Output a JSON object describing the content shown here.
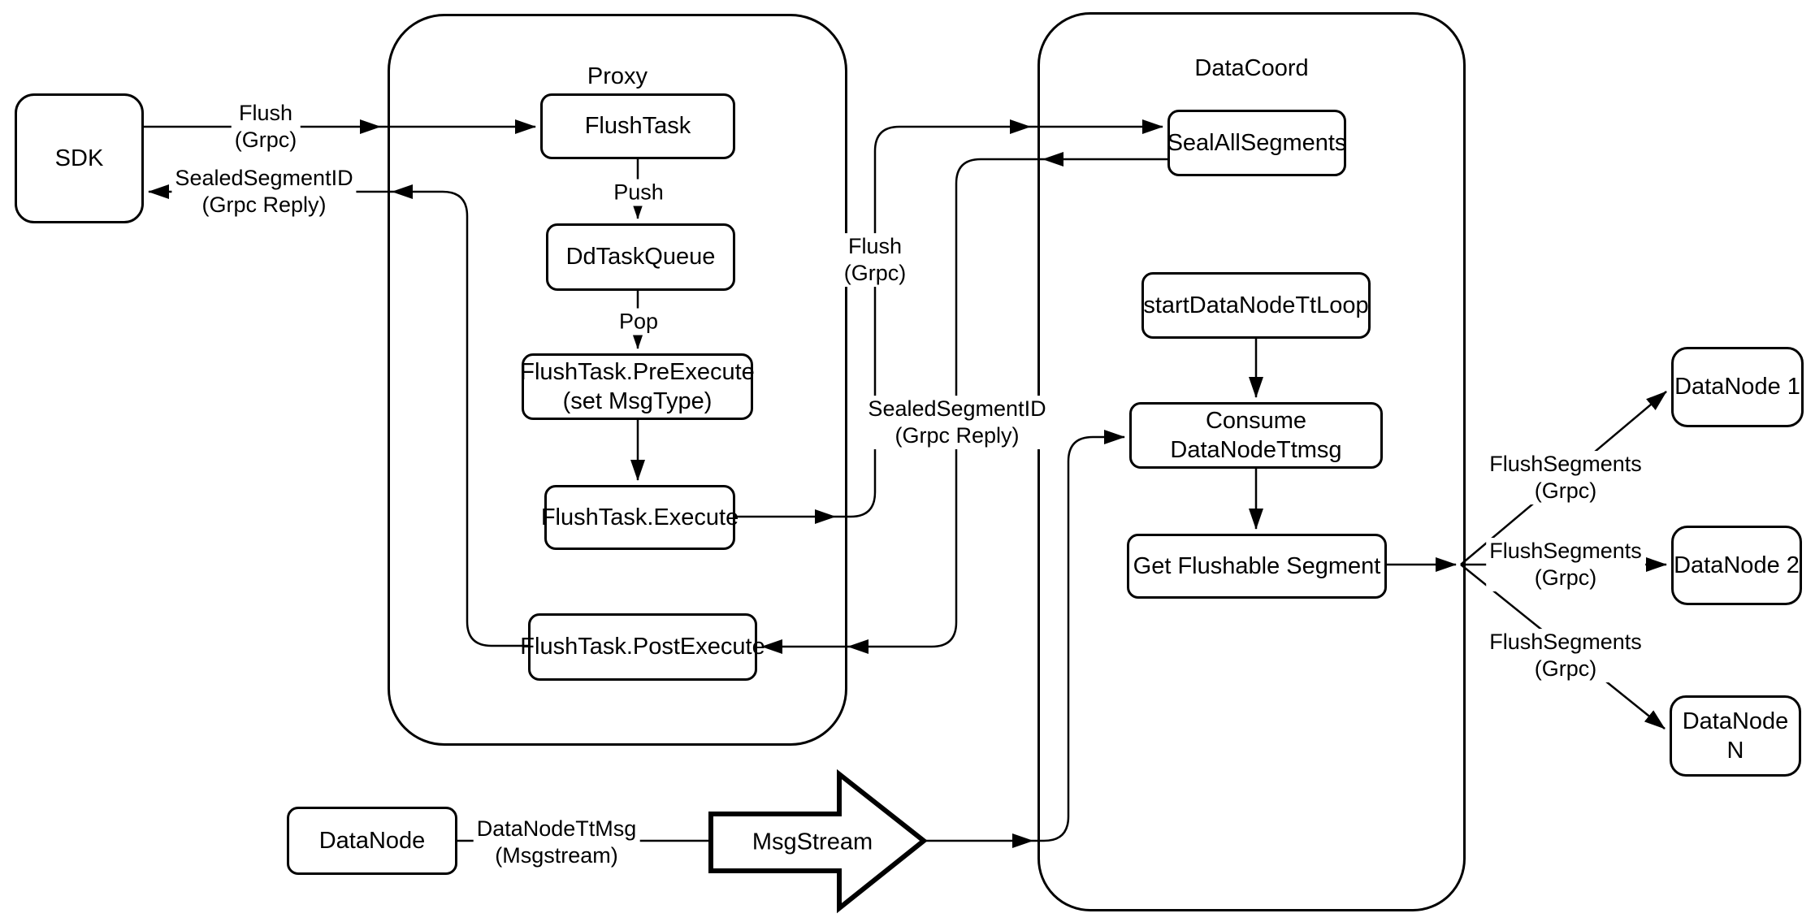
{
  "containers": {
    "proxy": {
      "title": "Proxy"
    },
    "datacoord": {
      "title": "DataCoord"
    }
  },
  "nodes": {
    "sdk": {
      "label": "SDK"
    },
    "flush_task": {
      "label": "FlushTask"
    },
    "dd_task_queue": {
      "label": "DdTaskQueue"
    },
    "flush_task_pre_execute": {
      "line1": "FlushTask.PreExecute",
      "line2": "(set MsgType)"
    },
    "flush_task_execute": {
      "label": "FlushTask.Execute"
    },
    "flush_task_post_execute": {
      "label": "FlushTask.PostExecute"
    },
    "seal_all_segments": {
      "label": "SealAllSegments"
    },
    "start_data_node_tt_loop": {
      "label": "startDataNodeTtLoop"
    },
    "consume_data_node_ttmsg": {
      "label": "Consume DataNodeTtmsg"
    },
    "get_flushable_segment": {
      "label": "Get Flushable Segment"
    },
    "data_node_1": {
      "label": "DataNode 1"
    },
    "data_node_2": {
      "label": "DataNode 2"
    },
    "data_node_n": {
      "label": "DataNode N"
    },
    "data_node_source": {
      "label": "DataNode"
    },
    "msg_stream": {
      "label": "MsgStream"
    }
  },
  "edge_labels": {
    "flush_grpc_sdk": {
      "line1": "Flush",
      "line2": "(Grpc)"
    },
    "sealed_segment_id_sdk": {
      "line1": "SealedSegmentID",
      "line2": "(Grpc Reply)"
    },
    "push": {
      "label": "Push"
    },
    "pop": {
      "label": "Pop"
    },
    "flush_grpc_datacoord": {
      "line1": "Flush",
      "line2": "(Grpc)"
    },
    "sealed_segment_id_datacoord": {
      "line1": "SealedSegmentID",
      "line2": "(Grpc Reply)"
    },
    "data_node_tt_msg": {
      "line1": "DataNodeTtMsg",
      "line2": "(Msgstream)"
    },
    "flush_segments_1": {
      "line1": "FlushSegments",
      "line2": "(Grpc)"
    },
    "flush_segments_2": {
      "line1": "FlushSegments",
      "line2": "(Grpc)"
    },
    "flush_segments_3": {
      "line1": "FlushSegments",
      "line2": "(Grpc)"
    }
  },
  "colors": {
    "stroke": "#000000",
    "background": "#ffffff"
  }
}
